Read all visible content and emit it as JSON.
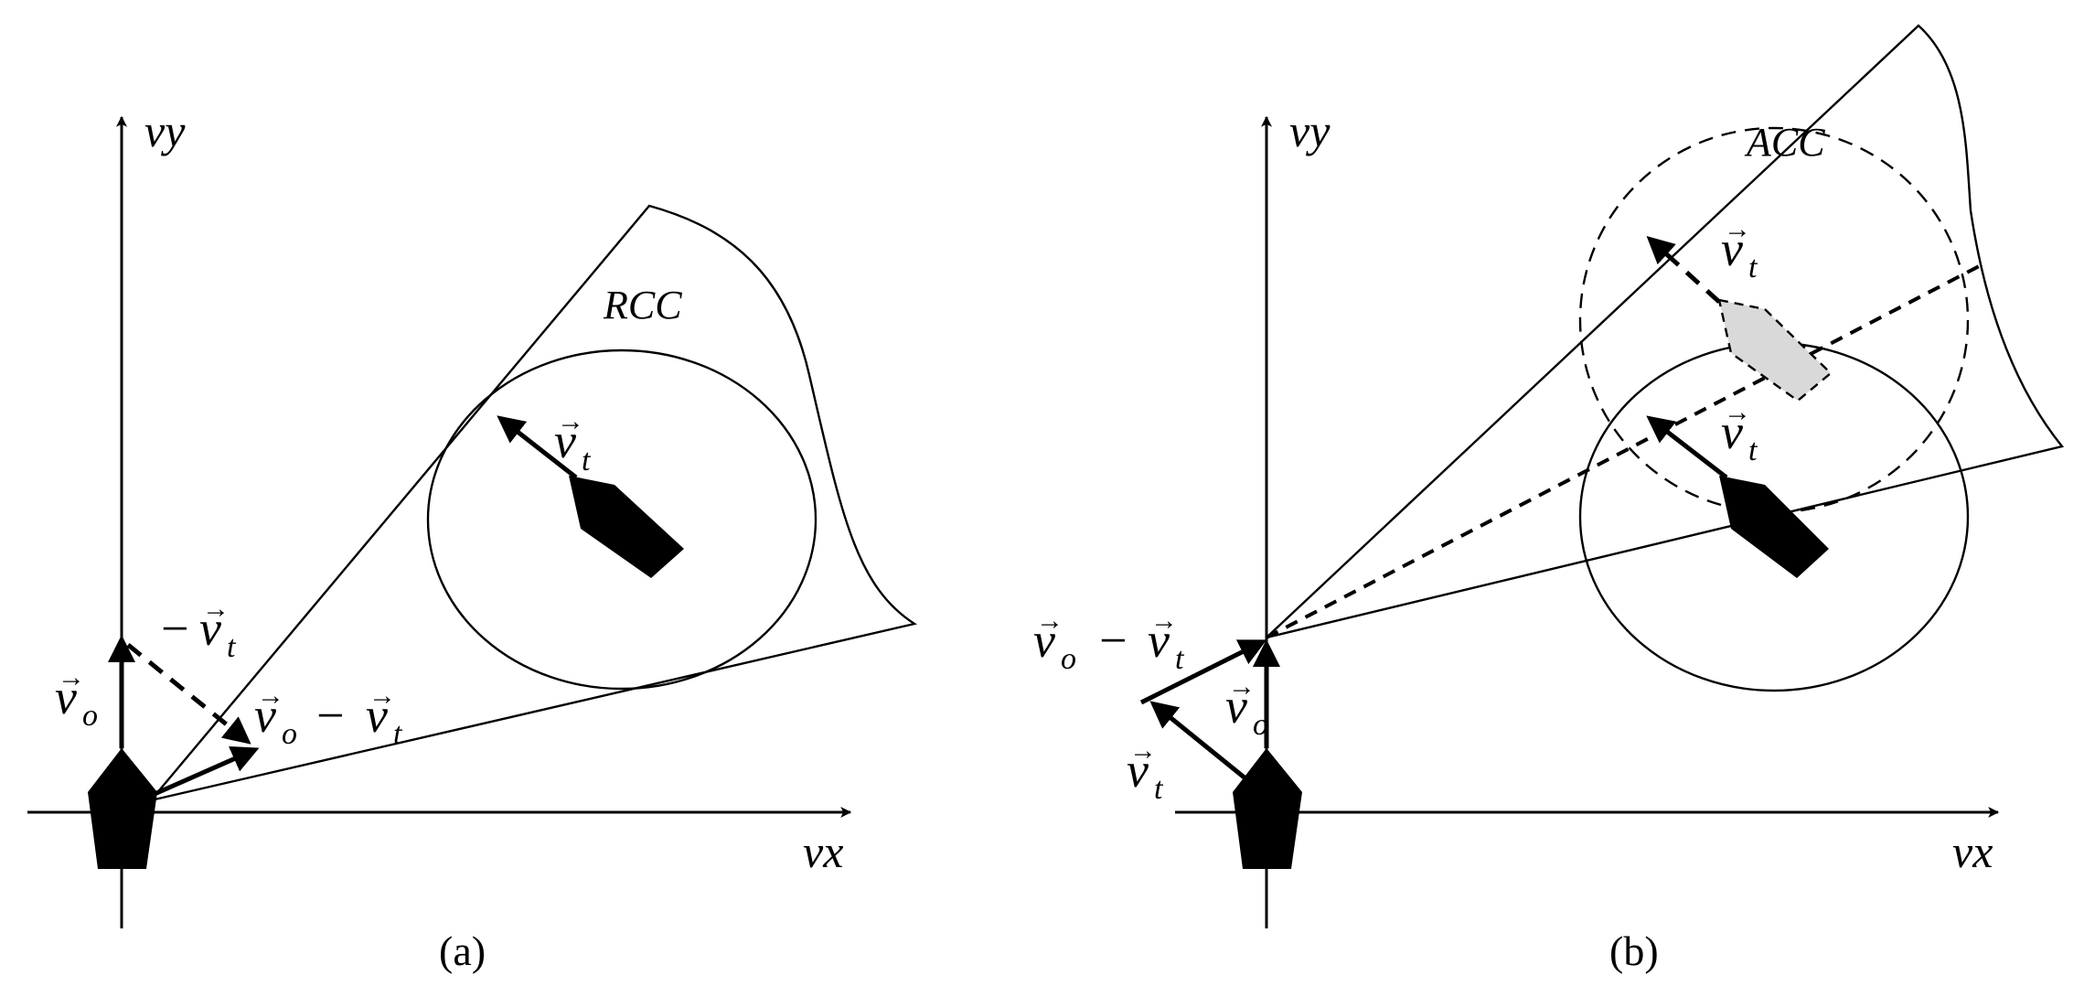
{
  "panel_a": {
    "caption": "(a)",
    "axis_x_label": "vx",
    "axis_y_label": "vy",
    "cone_label": "RCC",
    "labels": {
      "target_velocity": "v",
      "target_velocity_sub": "t",
      "neg_target_velocity_minus": "−",
      "neg_target_velocity": "v",
      "neg_target_velocity_sub": "t",
      "own_velocity": "v",
      "own_velocity_sub": "o",
      "relative_velocity_a": "v",
      "relative_velocity_a_sub": "o",
      "relative_velocity_minus": "−",
      "relative_velocity_b": "v",
      "relative_velocity_b_sub": "t"
    }
  },
  "panel_b": {
    "caption": "(b)",
    "axis_x_label": "vx",
    "axis_y_label": "vy",
    "cone_label": "ACC",
    "labels": {
      "future_target_velocity": "v",
      "future_target_velocity_sub": "t",
      "target_velocity": "v",
      "target_velocity_sub": "t",
      "relative_velocity_a": "v",
      "relative_velocity_a_sub": "o",
      "relative_velocity_minus": "−",
      "relative_velocity_b": "v",
      "relative_velocity_b_sub": "t",
      "own_velocity": "v",
      "own_velocity_sub": "o",
      "own_target_velocity": "v",
      "own_target_velocity_sub": "t"
    }
  },
  "colors": {
    "ink": "#000000",
    "ghost_ship_fill": "#d9d9d9",
    "background": "#ffffff"
  }
}
